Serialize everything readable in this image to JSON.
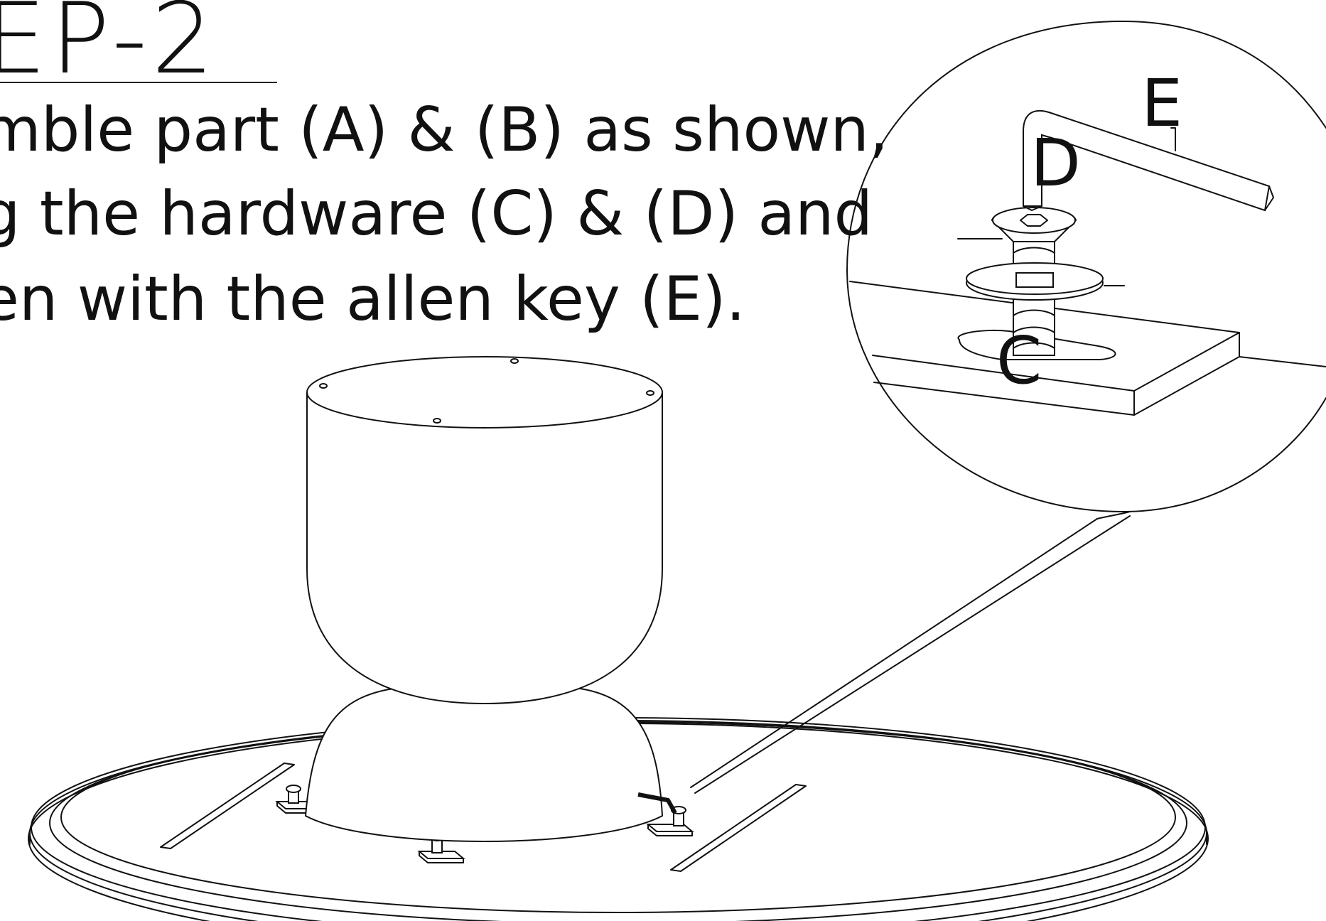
{
  "step": {
    "title": "EP-2"
  },
  "instructions": [
    "mble part (A) & (B) as shown,",
    "g the hardware (C) & (D) and",
    "en with the allen key (E)."
  ],
  "callouts": {
    "e": "E",
    "d": "D",
    "c": "C"
  }
}
